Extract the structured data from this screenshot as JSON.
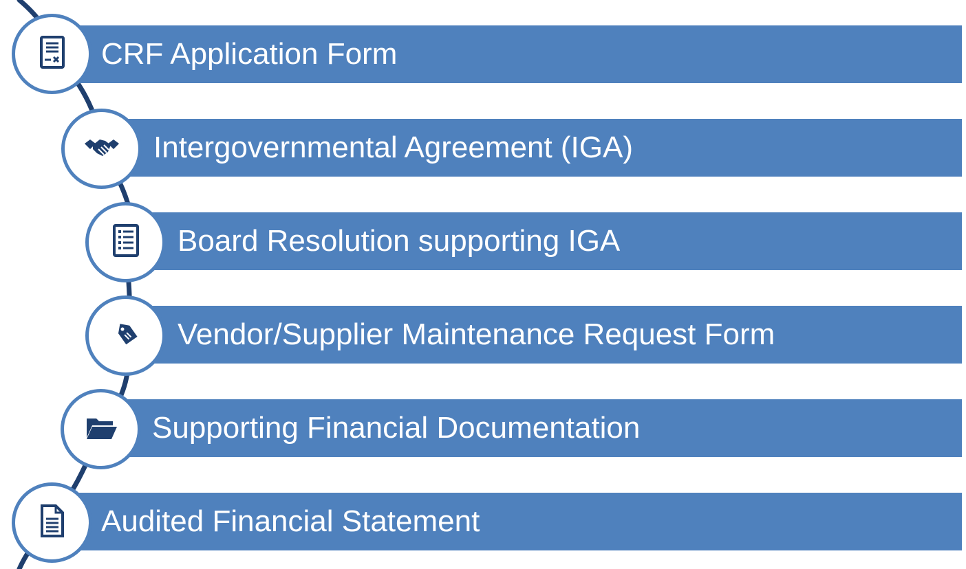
{
  "steps": [
    {
      "label": "CRF Application Form",
      "icon": "form-icon"
    },
    {
      "label": "Intergovernmental Agreement (IGA)",
      "icon": "handshake-icon"
    },
    {
      "label": "Board Resolution supporting IGA",
      "icon": "checklist-icon"
    },
    {
      "label": "Vendor/Supplier Maintenance Request Form",
      "icon": "tag-icon"
    },
    {
      "label": "Supporting Financial Documentation",
      "icon": "folder-icon"
    },
    {
      "label": "Audited Financial Statement",
      "icon": "document-icon"
    }
  ],
  "colors": {
    "bar": "#4f81bd",
    "connector": "#1f3f6e",
    "icon": "#1f3f6e",
    "text": "#ffffff"
  }
}
